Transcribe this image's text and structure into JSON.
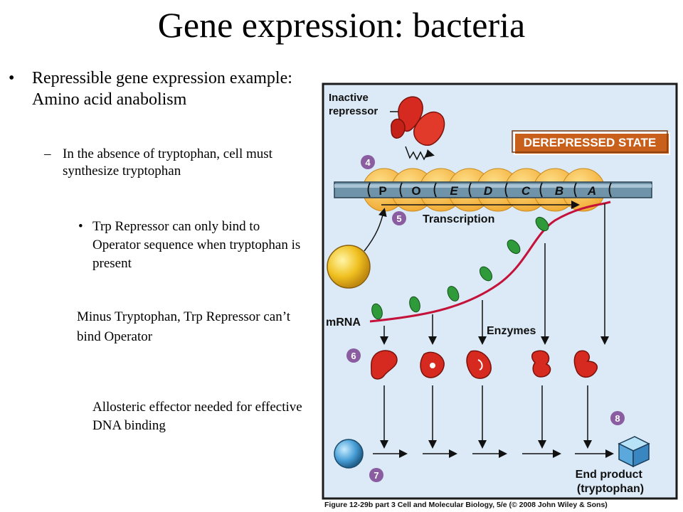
{
  "slide": {
    "title": "Gene expression: bacteria",
    "bullet1_mark": "•",
    "bullet1": "Repressible gene expression example: Amino acid anabolism",
    "dash_mark": "–",
    "dash1": "In the absence of tryptophan, cell must synthesize tryptophan",
    "sub_mark": "•",
    "sub1": "Trp Repressor can only bind to Operator sequence when tryptophan is present",
    "para1": "Minus Tryptophan, Trp Repressor can’t bind Operator",
    "para2": "Allosteric effector needed for effective DNA binding"
  },
  "figure": {
    "inactive_repressor": [
      "Inactive",
      "repressor"
    ],
    "state_label": "DEREPRESSED STATE",
    "genes": [
      "P",
      "O",
      "E",
      "D",
      "C",
      "B",
      "A"
    ],
    "step_4": "4",
    "step_5": "5",
    "step_6": "6",
    "step_7": "7",
    "step_8": "8",
    "transcription": "Transcription",
    "mrna": "mRNA",
    "enzymes": "Enzymes",
    "end_product": [
      "End product",
      "(tryptophan)"
    ],
    "caption": "Figure 12-29b part 3  Cell and Molecular Biology, 5/e (© 2008 John Wiley & Sons)",
    "colors": {
      "panel": "#dbeaf6",
      "border": "#1b1b1b",
      "state_box": "#c8601c",
      "step_circle": "#8a5ca0",
      "mrna": "#c4123a",
      "repressor": "#d62a20",
      "sphere": "#f0c020",
      "ribosome": "#2f9a3a",
      "dna": "#6f93a8"
    }
  }
}
